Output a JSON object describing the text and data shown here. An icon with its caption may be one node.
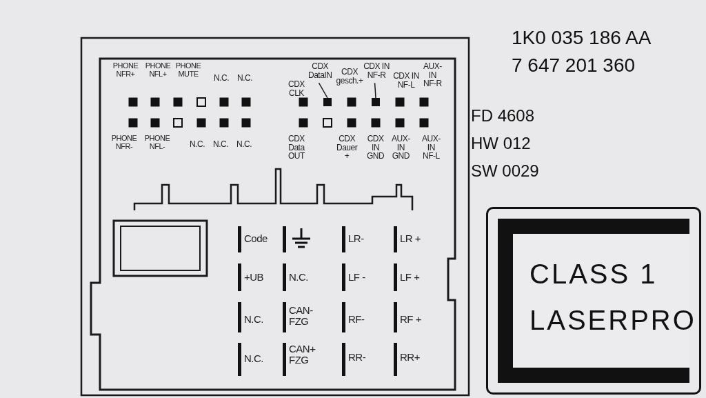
{
  "diagram": {
    "nodes": [
      {
        "text": [
          "CDX DataIN"
        ]
      },
      {
        "text": [],
        "shape": "box"
      },
      {
        "text": [
          "CDX IN NF-R"
        ]
      },
      {
        "text": [],
        "shape": "box"
      },
      {
        "text": [
          "CLASS 1",
          "LASERPRO"
        ]
      }
    ],
    "edges": [
      {
        "from": 0,
        "to": 1,
        "arrow": "none"
      },
      {
        "from": 2,
        "to": 3,
        "arrow": "none"
      }
    ],
    "labels": [
      "PHONE NFR+",
      "PHONE NFL+",
      "PHONE MUTE",
      "N.C.",
      "N.C.",
      "CDX CLK",
      "CDX gesch.+",
      "CDX IN NF-L",
      "AUX- IN NF-R",
      "PHONE NFR-",
      "PHONE NFL-",
      "N.C.",
      "N.C.",
      "N.C.",
      "CDX Data OUT",
      "CDX Dauer +",
      "CDX IN GND",
      "AUX- IN GND",
      "AUX- IN NF-L",
      "Code",
      "LR-",
      "LR +",
      "+UB",
      "N.C.",
      "LF -",
      "LF +",
      "N.C.",
      "CAN- FZG",
      "RF-",
      "RF +",
      "N.C.",
      "CAN+ FZG",
      "RR-",
      "RR+",
      "1K0 035 186 AA",
      "7 647 201 360",
      "FD 4608",
      "HW 012",
      "SW 0029"
    ]
  }
}
